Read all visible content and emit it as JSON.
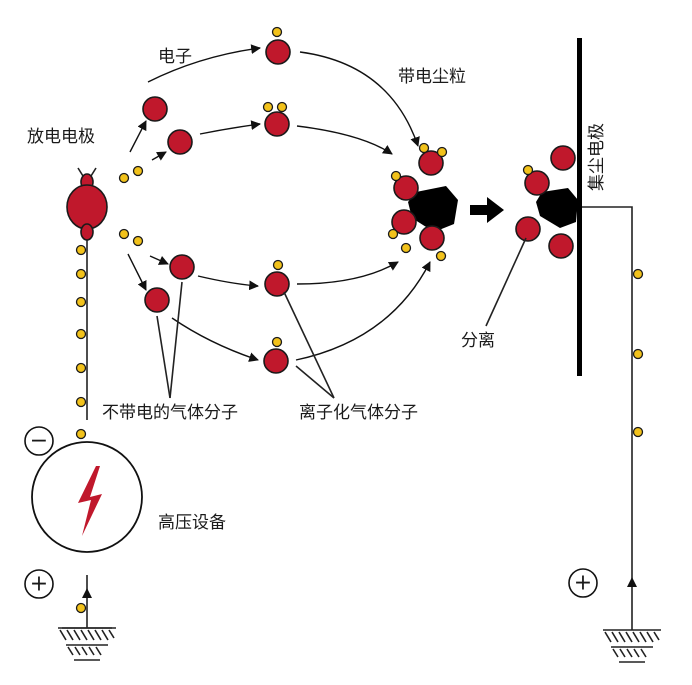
{
  "labels": {
    "discharge_electrode": "放电电极",
    "electron": "电子",
    "charged_dust": "带电尘粒",
    "collecting_electrode": "集尘电极",
    "separation": "分离",
    "neutral_gas_molecules": "不带电的气体分子",
    "ionized_gas_molecules": "离子化气体分子",
    "high_voltage_device": "高压设备",
    "negative_sign": "−",
    "positive_sign": "+"
  },
  "colors": {
    "molecule": "#c0182c",
    "electron": "#f2c21b",
    "dust": "#000000",
    "lightning": "#c0182c",
    "line": "#222222"
  },
  "icons": {
    "power_source": "lightning-bolt-icon",
    "ground": "ground-icon"
  }
}
